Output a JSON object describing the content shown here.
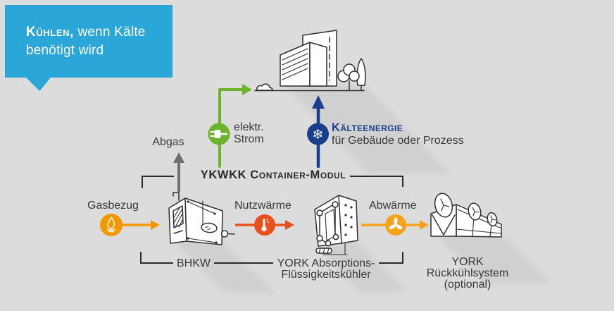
{
  "banner": {
    "emphasis": "Kühlen,",
    "line1_rest": " wenn Kälte",
    "line2": "benötigt wird"
  },
  "module": {
    "label": "YKWKK Container-Modul"
  },
  "streams": {
    "abgas": "Abgas",
    "strom": {
      "line1": "elektr.",
      "line2": "Strom"
    },
    "kaelteenergie": {
      "title": "Kälteenergie",
      "subtitle": "für Gebäude oder Prozess"
    },
    "gasbezug": "Gasbezug",
    "nutzwaerme": "Nutzwärme",
    "abwaerme": "Abwärme"
  },
  "components": {
    "bhkw": "BHKW",
    "absorber": {
      "line1": "YORK Absorptions-",
      "line2": "Flüssigkeitskühler"
    },
    "rueckkuehler": {
      "line1": "YORK Rückkühlsystem",
      "line2": "(optional)"
    }
  },
  "icons": {
    "snowflake": "❄"
  },
  "colors": {
    "background": "#DCDCDD",
    "banner_blue": "#2BA6D8",
    "green": "#6DB32C",
    "navy": "#1B3E8C",
    "orange": "#F39800",
    "red_orange": "#E8501E",
    "amber": "#F6A21C",
    "gray_arrow": "#6F6F6F",
    "line_art": "#2E2E35",
    "text": "#3B3B3B"
  }
}
